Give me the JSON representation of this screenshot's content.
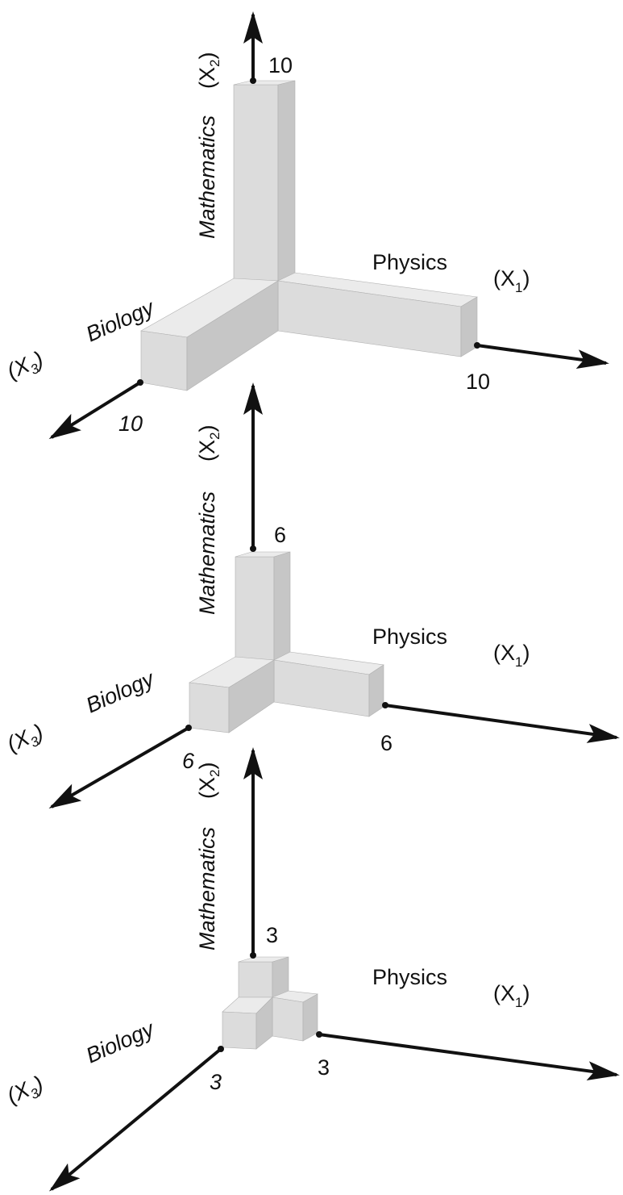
{
  "panels": [
    {
      "x1": {
        "name": "Physics",
        "symbol": "(X",
        "sub": "1",
        "close": ")",
        "tick": "10"
      },
      "x2": {
        "name": "Mathematics",
        "symbol": "(X",
        "sub": "2",
        "close": ")",
        "tick": "10"
      },
      "x3": {
        "name": "Biology",
        "symbol": "(X",
        "sub": "3",
        "close": ")",
        "tick": "10"
      },
      "extent": 10
    },
    {
      "x1": {
        "name": "Physics",
        "symbol": "(X",
        "sub": "1",
        "close": ")",
        "tick": "6"
      },
      "x2": {
        "name": "Mathematics",
        "symbol": "(X",
        "sub": "2",
        "close": ")",
        "tick": "6"
      },
      "x3": {
        "name": "Biology",
        "symbol": "(X",
        "sub": "3",
        "close": ")",
        "tick": "6"
      },
      "extent": 6
    },
    {
      "x1": {
        "name": "Physics",
        "symbol": "(X",
        "sub": "1",
        "close": ")",
        "tick": "3"
      },
      "x2": {
        "name": "Mathematics",
        "symbol": "(X",
        "sub": "2",
        "close": ")",
        "tick": "3"
      },
      "x3": {
        "name": "Biology",
        "symbol": "(X",
        "sub": "3",
        "close": ")",
        "tick": "3"
      },
      "extent": 3
    }
  ],
  "colors": {
    "axis": "#111111",
    "box_front": "#dcdcdc",
    "box_side": "#c6c6c6",
    "box_top": "#ebebeb",
    "box_edge": "#b0b0b0"
  }
}
